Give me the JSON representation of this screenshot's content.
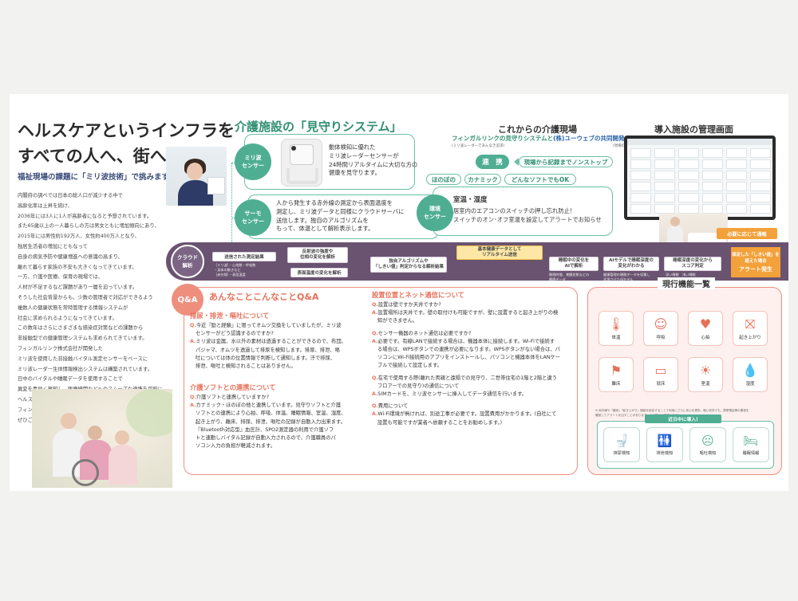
{
  "intro": {
    "title_line1": "ヘルスケアというインフラを",
    "title_line2": "すべての人へ、街へ",
    "subtitle": "福祉現場の課題に「ミリ波技術」で挑みます。",
    "body": [
      "内閣府の調べでは日本の総人口が減少する中で",
      "高齢化率は上昇を続け、",
      "2036年には3人に1人が高齢者になると予想されています。",
      "また65歳以上の一人暮らしの方は男女ともに増加傾向にあり、",
      "2015年には男性約192万人、女性約400万人となり、",
      "独居生活者の増加にともなって",
      "自身の病気予防や健康増進への意識の高まり、",
      "離れて暮らす家族の不安も大きくなってきています。",
      "一方、介護や医療、保育の現場では、",
      "人材が不足するなど課題があり一層を迫っています。",
      "そうした社会背景からも、少数の管理者で対応ができるよう",
      "複数人の健康状態を常時管理する情報システムが",
      "社会に求められるようになってきています。",
      "この数年はさらにさまざまな感染症対策などの課題から",
      "非接触型での健康管理システムも求められてきています。",
      "フィンガルリンク株式会社が開発した",
      "ミリ波を使用した非接触バイタル測定センサーをベースに",
      "ミリ波レーダー生体情報検出システムは構築されています。",
      "日中のバイタルや睡眠データを使用することで",
      "異変を素早く察知し、医療機関などへのスムーズな連携を可能にします。",
      "ヘルスケアへの多くの思いが詰まった",
      "フィンガルリンク株式会社の挑戦するサービスを",
      "ぜひご活用ください。"
    ]
  },
  "kaigo": {
    "heading": "介護施設の「見守りシステム」",
    "mili": {
      "label_l1": "ミリ波",
      "label_l2": "センサー",
      "text": [
        "動体検知に優れた",
        "ミリ波レーダーセンサーが",
        "24時間リアルタイムに大切な方の",
        "健康を見守ります。"
      ]
    },
    "thermo": {
      "label_l1": "サーモ",
      "label_l2": "センサー",
      "text": [
        "人から発生する赤外線の測定から表面温度を",
        "測定し、ミリ波データと同様にクラウドサーバに",
        "送信します。独自のアルゴリズムを",
        "もって、体温として解析表示します。"
      ]
    }
  },
  "future": {
    "heading": "これからの介護現場",
    "sub_green": "フィンガルリンクの見守りシステムと",
    "sub_blue": "(株)ユーウェブの共同開発",
    "note_left": "(ミリ波レーダーであんなき追求)",
    "note_right": "(現場の声から介護職員の負担軽減を検証)",
    "renkei": "連　携",
    "record": "現場から記録までノンストップ",
    "partners": [
      "ほのぼの",
      "カナミック",
      "どんなソフトでもOK"
    ],
    "env_label_l1": "環境",
    "env_label_l2": "センサー",
    "env_title": "室温・湿度",
    "env_text": [
      "居室内のエアコンのスイッチの押し忘れ防止！",
      "スイッチのオン･オフ室温を設定してアラートでお知らせ"
    ]
  },
  "donyu": {
    "heading": "導入施設の管理画面",
    "need_alert": "必要に応じて通報"
  },
  "cloud": {
    "badge_l1": "クラウド",
    "badge_l2": "解析",
    "box1": "送信された測定結果",
    "box1_note": [
      "［ミリ波］・心拍数・呼吸数",
      "・身体の動きなど",
      "［赤外線］・表面温度"
    ],
    "box2a": "反射波の強度や",
    "box2b": "位相の変化を解析",
    "box3": "表面温度の変化を解析",
    "box4a": "独自アルゴリズムや",
    "box4b": "「しきい値」判定からなる解析結果",
    "box5a": "基本健康データとして",
    "box5b": "リアルタイム送信",
    "box6a": "睡眠中の変化を",
    "box6b": "AIで解析",
    "box6_note": [
      "睡眠時間、覚醒状態などの",
      "睡眠データ"
    ],
    "box7a": "AIモデルで睡眠深度の",
    "box7b": "変化がわかる",
    "box7_note": [
      "健康管理の睡眠データを収集し",
      "学習させたAIモデル"
    ],
    "box8a": "睡眠深度の変化から",
    "box8b": "スコア判定",
    "box8_note": [
      "深い睡眠　浅い睡眠",
      "REM睡眠　覚醒"
    ],
    "final_l1": "設定した「しきい値」を",
    "final_l2": "超えた場合",
    "final_l3": "アラート発生"
  },
  "qa": {
    "badge": "Q&A",
    "title": "あんなことこんなことQ&A",
    "h1": "排尿・排泄・嘔吐について",
    "b1": [
      {
        "m": "Q.",
        "t": "今近『励と経験』に限ってオムツ交換をしていましたが、ミリ波"
      },
      {
        "m": "",
        "t": "センサーがどう認識するのですか?"
      },
      {
        "m": "A.",
        "t": "ミリ波は金属、水以外の素材は透過することができるので、布団、"
      },
      {
        "m": "",
        "t": "パジャマ、オムツを透過して排尿を検知します。排尿、排泄、嘔"
      },
      {
        "m": "",
        "t": "吐については体の位置情報で判断して通知します。汗で排尿、"
      },
      {
        "m": "",
        "t": "排泄、嘔吐と検知されることはありません。"
      }
    ],
    "h2": "介護ソフトとの連携について",
    "b2": [
      {
        "m": "Q.",
        "t": "介護ソフトと連携していますか?"
      },
      {
        "m": "A.",
        "t": "カナミック・ほのぼの他と連携しています。見守りソフトと介護"
      },
      {
        "m": "",
        "t": "ソフトとの連携により心拍、呼吸、体温、睡眠情報、室温、湿度、"
      },
      {
        "m": "",
        "t": "起き上がり、離床、排尿、排泄、嘔吐の記録が自動入力出来ます。"
      },
      {
        "m": "",
        "t": "『Bluetooth対応型』血圧計、SPO2測定器の利用で介護ソフ"
      },
      {
        "m": "",
        "t": "トと連動しバイタル記録が自動入力されるので、介護職員のパ"
      },
      {
        "m": "",
        "t": "ソコン入力の負担が軽減されます。"
      }
    ],
    "h3": "設置位置とネット通信について",
    "b3": [
      {
        "m": "Q.",
        "t": "設置は壁ですか天井ですか?"
      },
      {
        "m": "A.",
        "t": "設置場所は天井です。壁の取付けも可能ですが、壁に設置すると起き上がりの検"
      },
      {
        "m": "",
        "t": "知ができません。"
      },
      {
        "m": "",
        "t": ""
      },
      {
        "m": "Q.",
        "t": "センサー機器のネット通信は必要ですか?"
      },
      {
        "m": "A.",
        "t": "必要です。有線LANで接続する場合は、機器本体に接続します。Wi-Fiで接続す"
      },
      {
        "m": "",
        "t": "る場合は、WPSボタンでの連携が必要になります。WPSボタンがない場合は、パ"
      },
      {
        "m": "",
        "t": "ソコンにWi-Fi接続用のアプリをインストールし、パソコンと機器本体をLANケー"
      },
      {
        "m": "",
        "t": "ブルで接続して設定します。"
      },
      {
        "m": "",
        "t": ""
      },
      {
        "m": "Q.",
        "t": "在宅で使用する際(離れた両親と遠隔での見守り、二世帯住宅の1階と2階と違う"
      },
      {
        "m": "",
        "t": "フロアーでの見守り)の通信について"
      },
      {
        "m": "A.",
        "t": "SIMカードを、ミリ波センサーに挿入してデータ通信を行います。"
      },
      {
        "m": "",
        "t": ""
      },
      {
        "m": "Q.",
        "t": "費用について"
      },
      {
        "m": "A.",
        "t": "Wi-Fi環境が無ければ、別途工事が必要です。設置費用がかかります。(自社にて"
      },
      {
        "m": "",
        "t": "設置も可能ですが業者へ依頼することをお勧めします。)"
      }
    ]
  },
  "features": {
    "title": "現行機能一覧",
    "items": [
      {
        "icon": "thermometer-icon",
        "glyph": "🌡",
        "label": "体温"
      },
      {
        "icon": "breath-icon",
        "glyph": "☺",
        "label": "呼吸"
      },
      {
        "icon": "heart-icon",
        "glyph": "♥",
        "label": "心拍"
      },
      {
        "icon": "bed-rise-icon",
        "glyph": "⛝",
        "label": "起き上がり"
      },
      {
        "icon": "leave-bed-icon",
        "glyph": "⚑",
        "label": "離床"
      },
      {
        "icon": "sleep-bed-icon",
        "glyph": "▭",
        "label": "就床"
      },
      {
        "icon": "room-temp-icon",
        "glyph": "☀",
        "label": "室温"
      },
      {
        "icon": "humidity-icon",
        "glyph": "💧",
        "label": "湿度"
      }
    ],
    "note": [
      "※ 赤外線や「離床」「起き上がり」機能を設定することで利用にさらに安心を提供、暗い状況でも、携帯電話等の着信を",
      "確認してアラートを出すことがあります。その際にご確認ください。"
    ],
    "soon_label": "近日中に導入!",
    "soon": [
      {
        "icon": "urination-icon",
        "glyph": "🚽",
        "label": "排尿検知"
      },
      {
        "icon": "excretion-icon",
        "glyph": "🚻",
        "label": "排泄検知"
      },
      {
        "icon": "vomit-icon",
        "glyph": "☹",
        "label": "嘔吐検知"
      },
      {
        "icon": "sleep-info-icon",
        "glyph": "🛏",
        "label": "睡眠情報"
      }
    ]
  },
  "colors": {
    "green": "#4fae92",
    "purple_band": "#6a5370",
    "coral": "#ee8f7e",
    "orange": "#f3a13a"
  }
}
